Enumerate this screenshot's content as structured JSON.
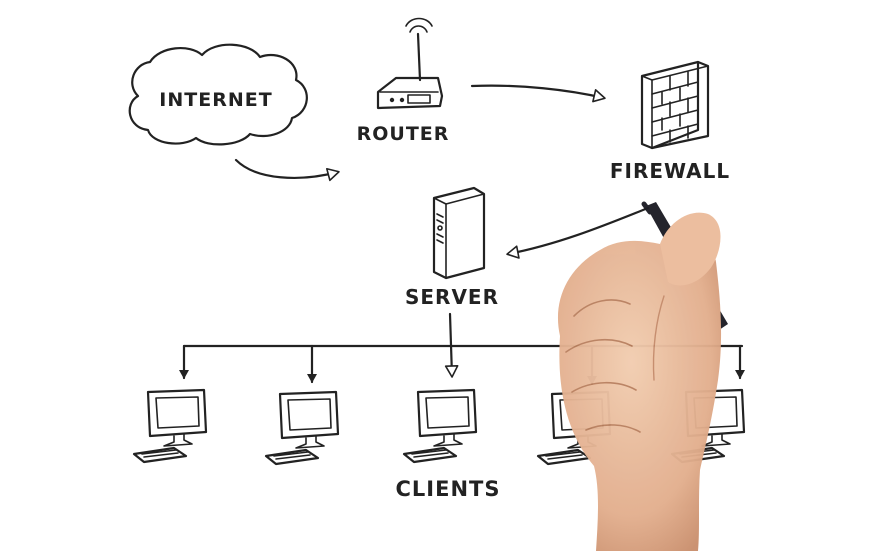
{
  "diagram": {
    "labels": {
      "internet": "INTERNET",
      "router": "ROUTER",
      "firewall": "FIREWALL",
      "server": "SERVER",
      "clients": "CLIENTS"
    },
    "client_count": 5
  },
  "colors": {
    "ink": "#222222",
    "background": "#ffffff",
    "skin": "#e8b898",
    "marker": "#1c1c24"
  },
  "icons": [
    "cloud-icon",
    "router-icon",
    "firewall-icon",
    "server-icon",
    "computer-icon",
    "hand-with-marker"
  ]
}
